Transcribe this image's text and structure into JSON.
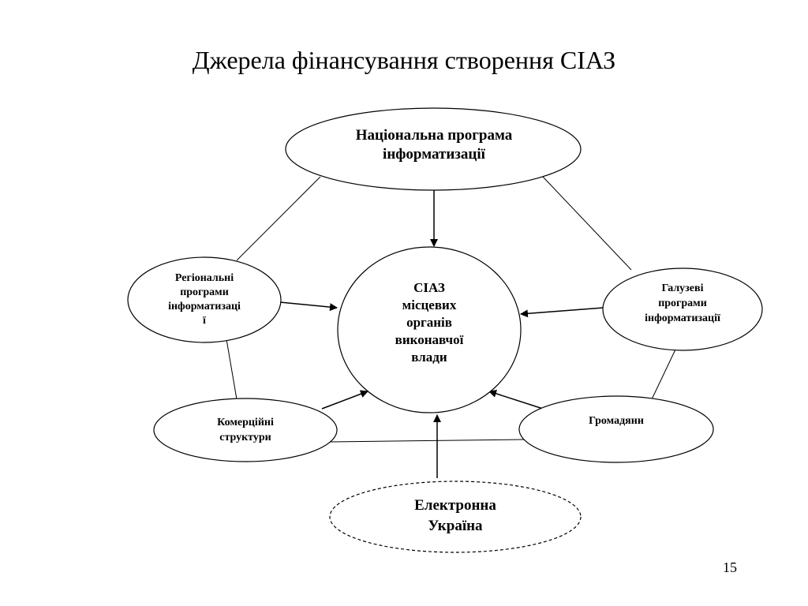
{
  "slide": {
    "title": "Джерела фінансування створення СІАЗ",
    "page_number": "15"
  },
  "nodes": {
    "national": {
      "lines": [
        "Національна програма",
        "інформатизації"
      ]
    },
    "center": {
      "lines": [
        "СІАЗ",
        "місцевих",
        "органів",
        "виконавчої",
        "влади"
      ]
    },
    "regional": {
      "lines": [
        "Регіональні",
        "програми",
        "інформатизаці",
        "ї"
      ]
    },
    "sectoral": {
      "lines": [
        "Галузеві",
        "програми",
        "інформатизації"
      ]
    },
    "commercial": {
      "lines": [
        "Комерційні",
        "структури"
      ]
    },
    "citizens": {
      "lines": [
        "Громадяни"
      ]
    },
    "eukraine": {
      "lines": [
        "Електронна",
        "Україна"
      ]
    }
  },
  "colors": {
    "stroke": "#000000",
    "fill": "#ffffff",
    "text": "#000000"
  }
}
